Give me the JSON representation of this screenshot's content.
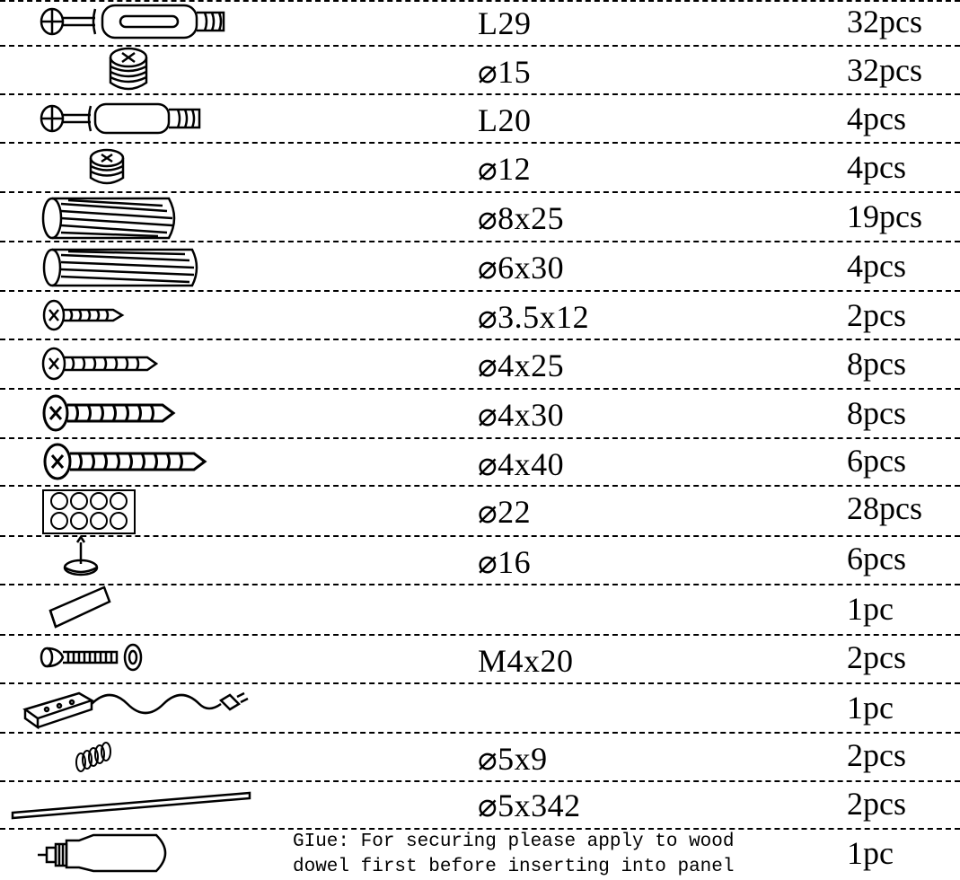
{
  "parts": [
    {
      "icon": "cam-bolt-long-icon",
      "size": "L29",
      "qty": "32pcs"
    },
    {
      "icon": "cam-lock-large-icon",
      "size": "⌀15",
      "qty": "32pcs"
    },
    {
      "icon": "cam-bolt-short-icon",
      "size": "L20",
      "qty": "4pcs"
    },
    {
      "icon": "cam-lock-small-icon",
      "size": "⌀12",
      "qty": "4pcs"
    },
    {
      "icon": "wood-dowel-icon",
      "size": "⌀8x25",
      "qty": "19pcs"
    },
    {
      "icon": "wood-dowel-long-icon",
      "size": "⌀6x30",
      "qty": "4pcs"
    },
    {
      "icon": "screw-short-icon",
      "size": "⌀3.5x12",
      "qty": "2pcs"
    },
    {
      "icon": "screw-medium-icon",
      "size": "⌀4x25",
      "qty": "8pcs"
    },
    {
      "icon": "screw-large-icon",
      "size": "⌀4x30",
      "qty": "8pcs"
    },
    {
      "icon": "screw-long-icon",
      "size": "⌀4x40",
      "qty": "6pcs"
    },
    {
      "icon": "bumper-pad-sheet-icon",
      "size": "⌀22",
      "qty": "28pcs"
    },
    {
      "icon": "furniture-glide-nail-icon",
      "size": "⌀16",
      "qty": "6pcs"
    },
    {
      "icon": "adhesive-strip-icon",
      "size": "",
      "qty": "1pc"
    },
    {
      "icon": "bolt-washer-icon",
      "size": "M4x20",
      "qty": "2pcs"
    },
    {
      "icon": "power-strip-icon",
      "size": "",
      "qty": "1pc"
    },
    {
      "icon": "spring-icon",
      "size": "⌀5x9",
      "qty": "2pcs"
    },
    {
      "icon": "rod-icon",
      "size": "⌀5x342",
      "qty": "2pcs"
    },
    {
      "icon": "glue-bottle-icon",
      "size": "",
      "qty": "1pc"
    }
  ],
  "note": {
    "line1": "GIue: For securing please apply to wood",
    "line2": "dowel first before inserting into panel"
  }
}
